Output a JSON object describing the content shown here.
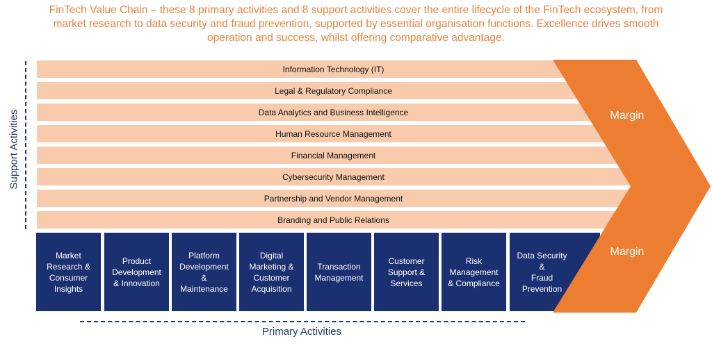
{
  "title": {
    "line1": "FinTech Value Chain – these 8 primary activities and 8 support activities cover the entire lifecycle of the FinTech ecosystem, from",
    "line2": "market research to data security and fraud prevention, supported by essential organisation functions. Excellence drives smooth",
    "line3": "operation and success, whilst offering comparative advantage."
  },
  "support_label": "Support Activities",
  "primary_label": "Primary Activities",
  "margin_labels": [
    "Margin",
    "Margin"
  ],
  "support_activities": [
    "Information Technology (IT)",
    "Legal & Regulatory Compliance",
    "Data Analytics and Business Intelligence",
    "Human Resource Management",
    "Financial Management",
    "Cybersecurity Management",
    "Partnership and Vendor Management",
    "Branding and Public Relations"
  ],
  "primary_activities": [
    "Market\nResearch &\nConsumer\nInsights",
    "Product\nDevelopment\n& Innovation",
    "Platform\nDevelopment\n&\nMaintenance",
    "Digital\nMarketing &\nCustomer\nAcquisition",
    "Transaction\nManagement",
    "Customer\nSupport &\nServices",
    "Risk\nManagement\n& Compliance",
    "Data Security\n&\nFraud\nPrevention"
  ],
  "colors": {
    "title": "#e8823a",
    "support_fill": "#f8cbad",
    "primary_fill": "#1a3070",
    "margin_fill": "#ed7d31",
    "label_text": "#1f3864"
  }
}
